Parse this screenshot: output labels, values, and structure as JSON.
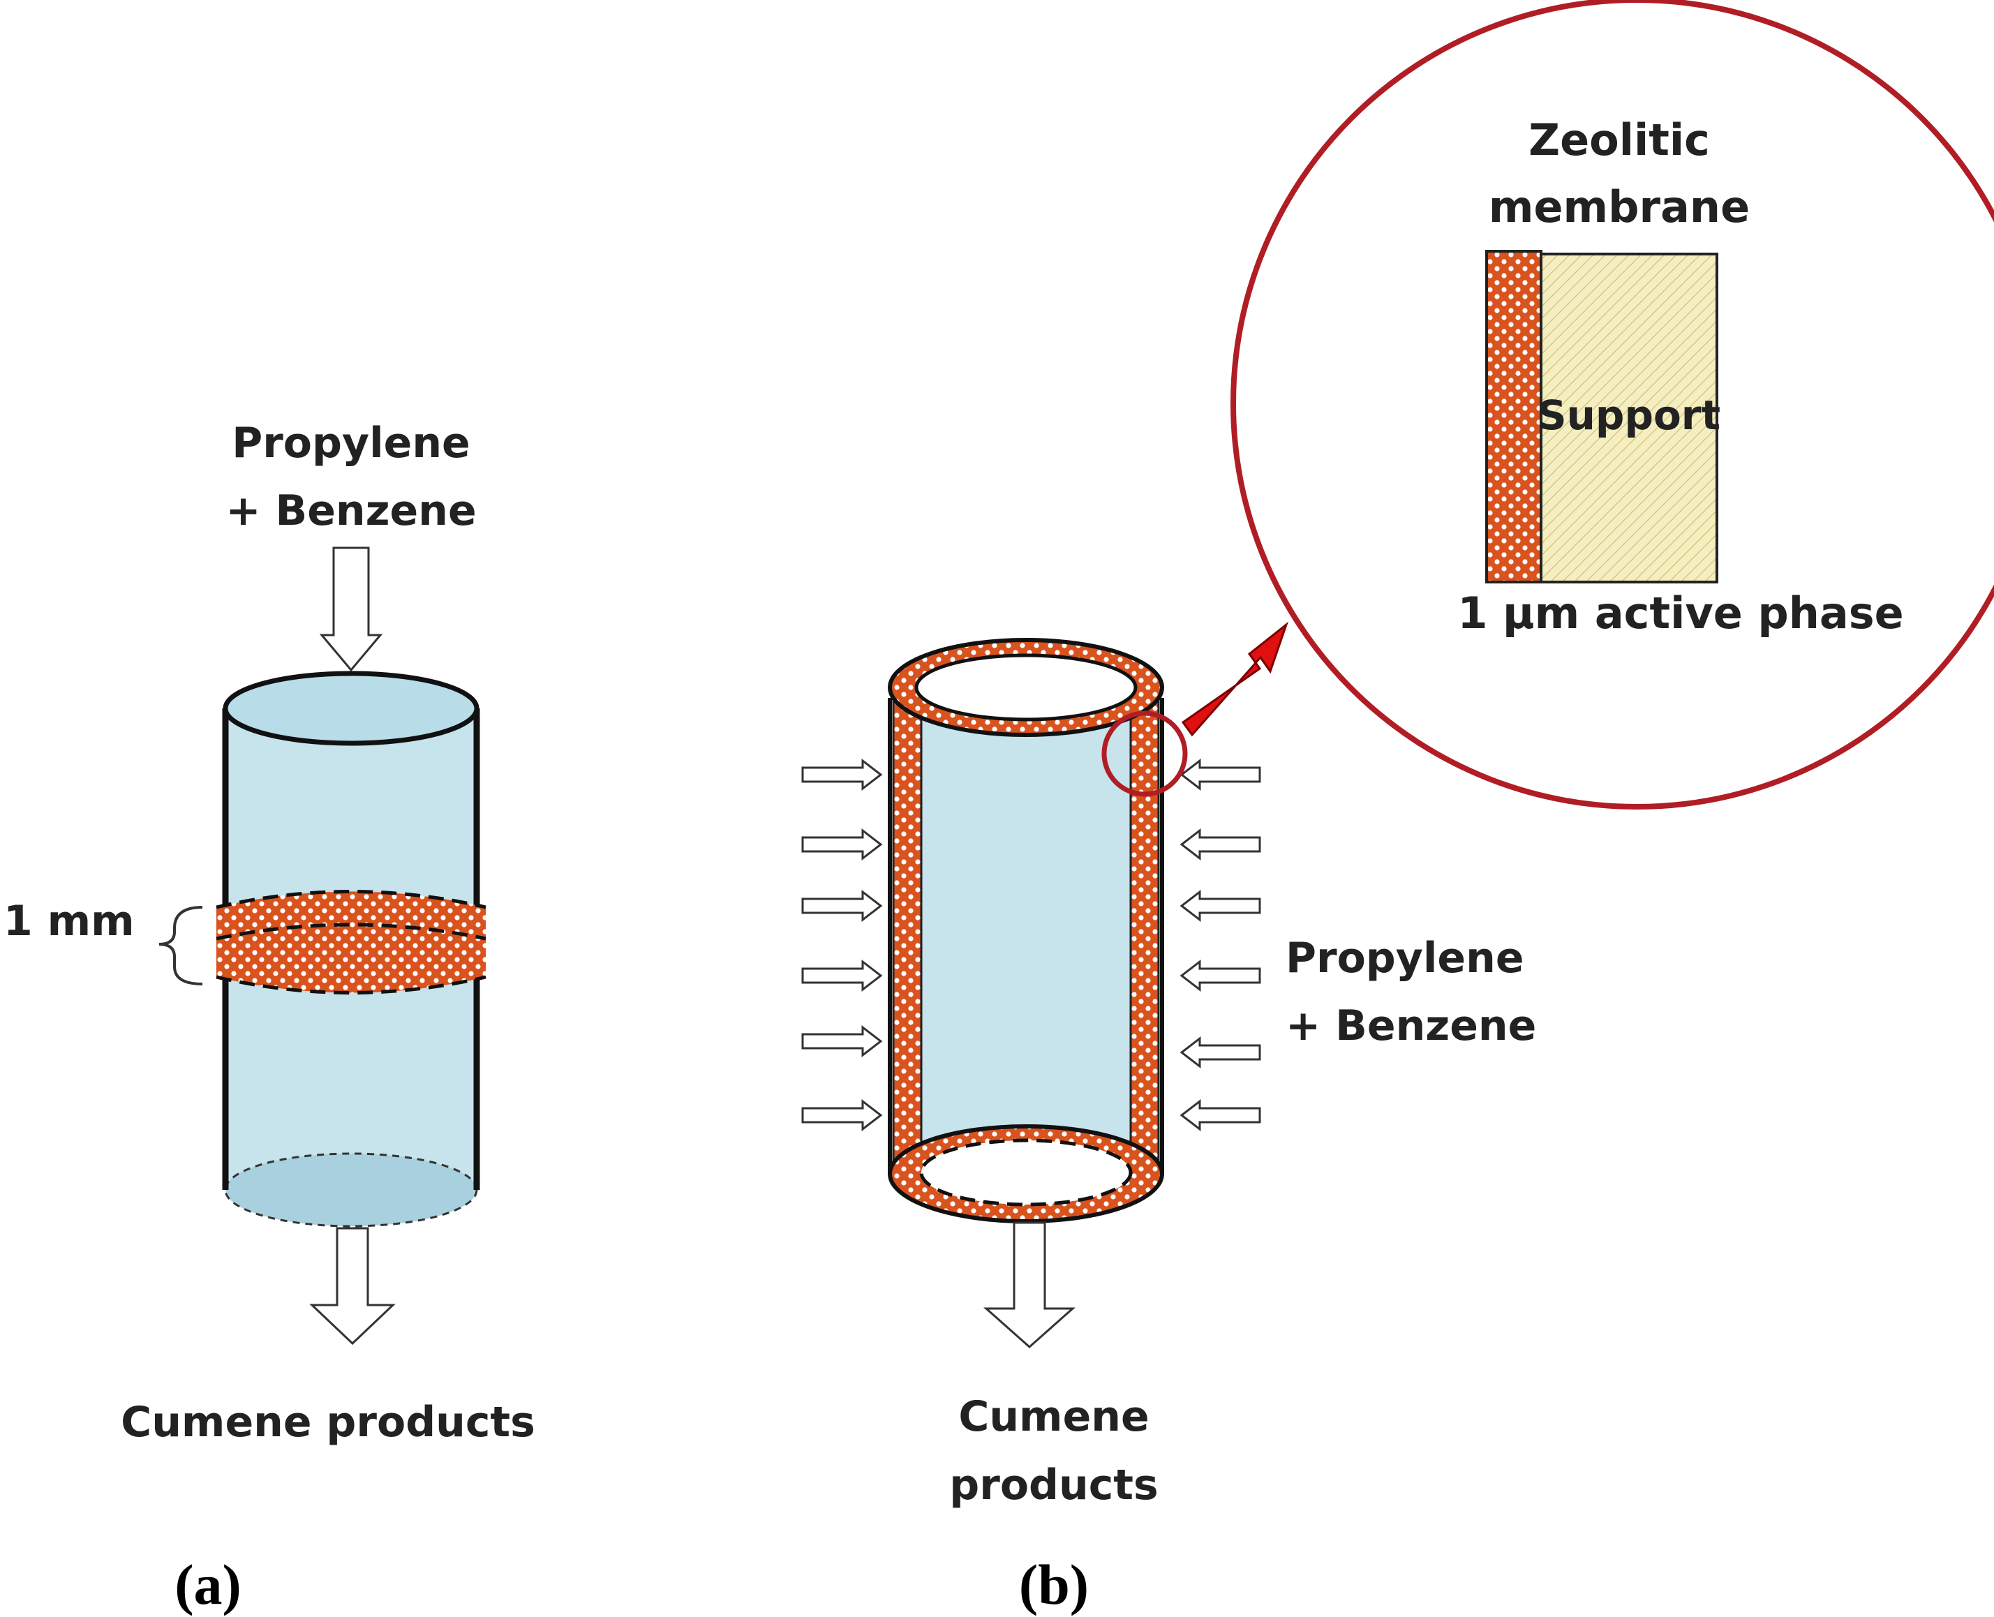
{
  "colors": {
    "fluid": "#c7e3ec",
    "fluid_dark": "#a9d0de",
    "catalyst": "#d9531e",
    "support": "#f4eec0",
    "zoom_ring": "#b11d24",
    "zoom_arrow": "#e01010",
    "outline": "#111111"
  },
  "panel_a": {
    "feed_label_line1": "Propylene",
    "feed_label_line2": "+ Benzene",
    "thickness_label": "1 mm",
    "product_label": "Cumene  products",
    "caption": "(a)"
  },
  "panel_b": {
    "feed_label_line1": "Propylene",
    "feed_label_line2": "+ Benzene",
    "product_label_line1": "Cumene",
    "product_label_line2": "products",
    "caption": "(b)"
  },
  "zoom": {
    "membrane_label_line1": "Zeolitic",
    "membrane_label_line2": "membrane",
    "support_label": "Support",
    "active_phase_label": "1 μm active phase"
  }
}
